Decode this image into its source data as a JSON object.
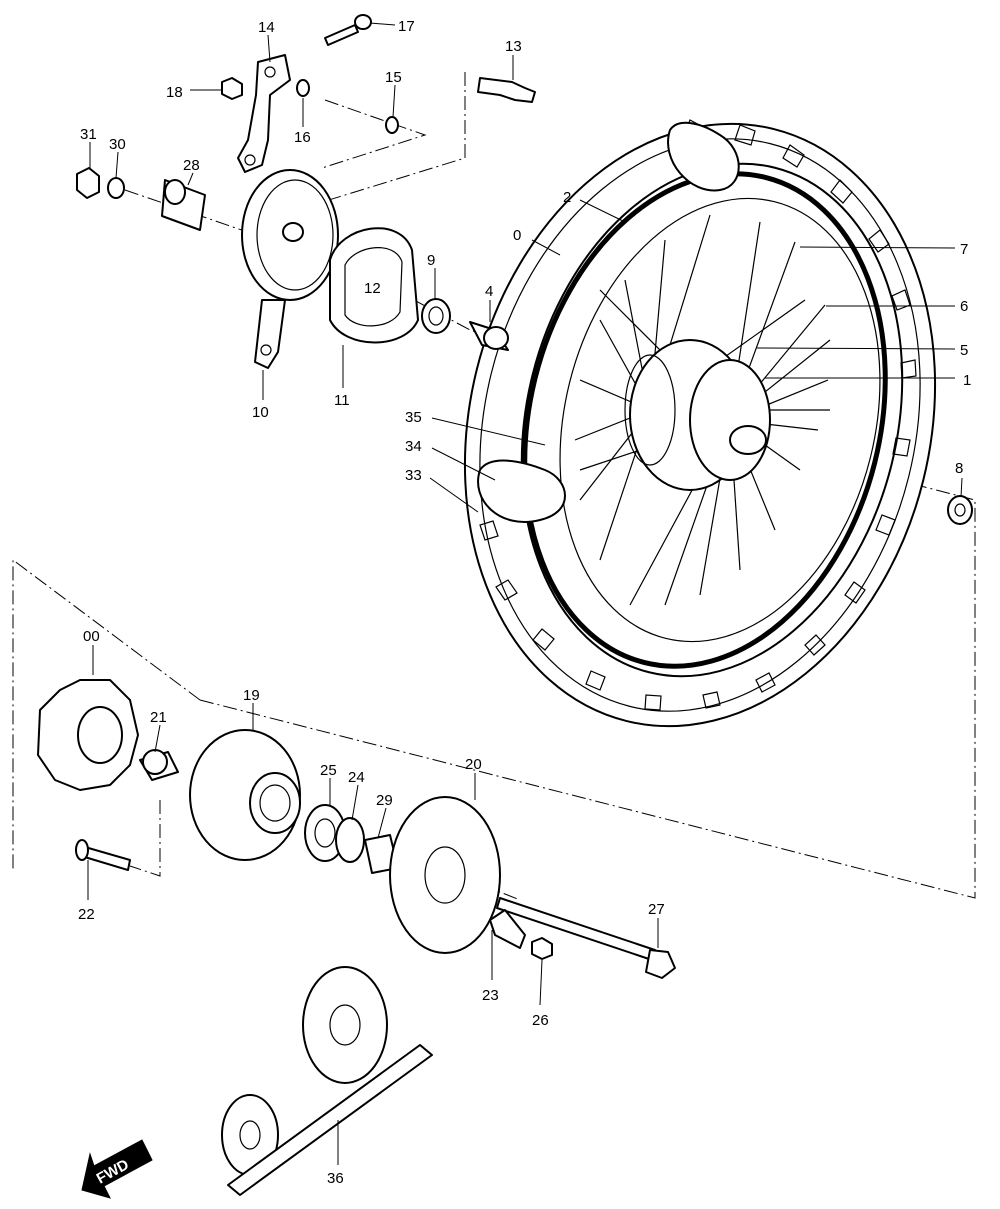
{
  "labels": {
    "l0": "0",
    "l00": "00",
    "l1": "1",
    "l2": "2",
    "l4": "4",
    "l5": "5",
    "l6": "6",
    "l7": "7",
    "l8": "8",
    "l9": "9",
    "l10": "10",
    "l11": "11",
    "l12": "12",
    "l13": "13",
    "l14": "14",
    "l15": "15",
    "l16": "16",
    "l17": "17",
    "l18": "18",
    "l19": "19",
    "l20": "20",
    "l21": "21",
    "l22": "22",
    "l23": "23",
    "l24": "24",
    "l25": "25",
    "l26": "26",
    "l27": "27",
    "l28": "28",
    "l29": "29",
    "l30": "30",
    "l31": "31",
    "l33": "33",
    "l34": "34",
    "l35": "35",
    "l36": "36"
  },
  "fwd_label": "FWD",
  "colors": {
    "line": "#000000",
    "fill": "#ffffff",
    "arrow": "#000000"
  }
}
